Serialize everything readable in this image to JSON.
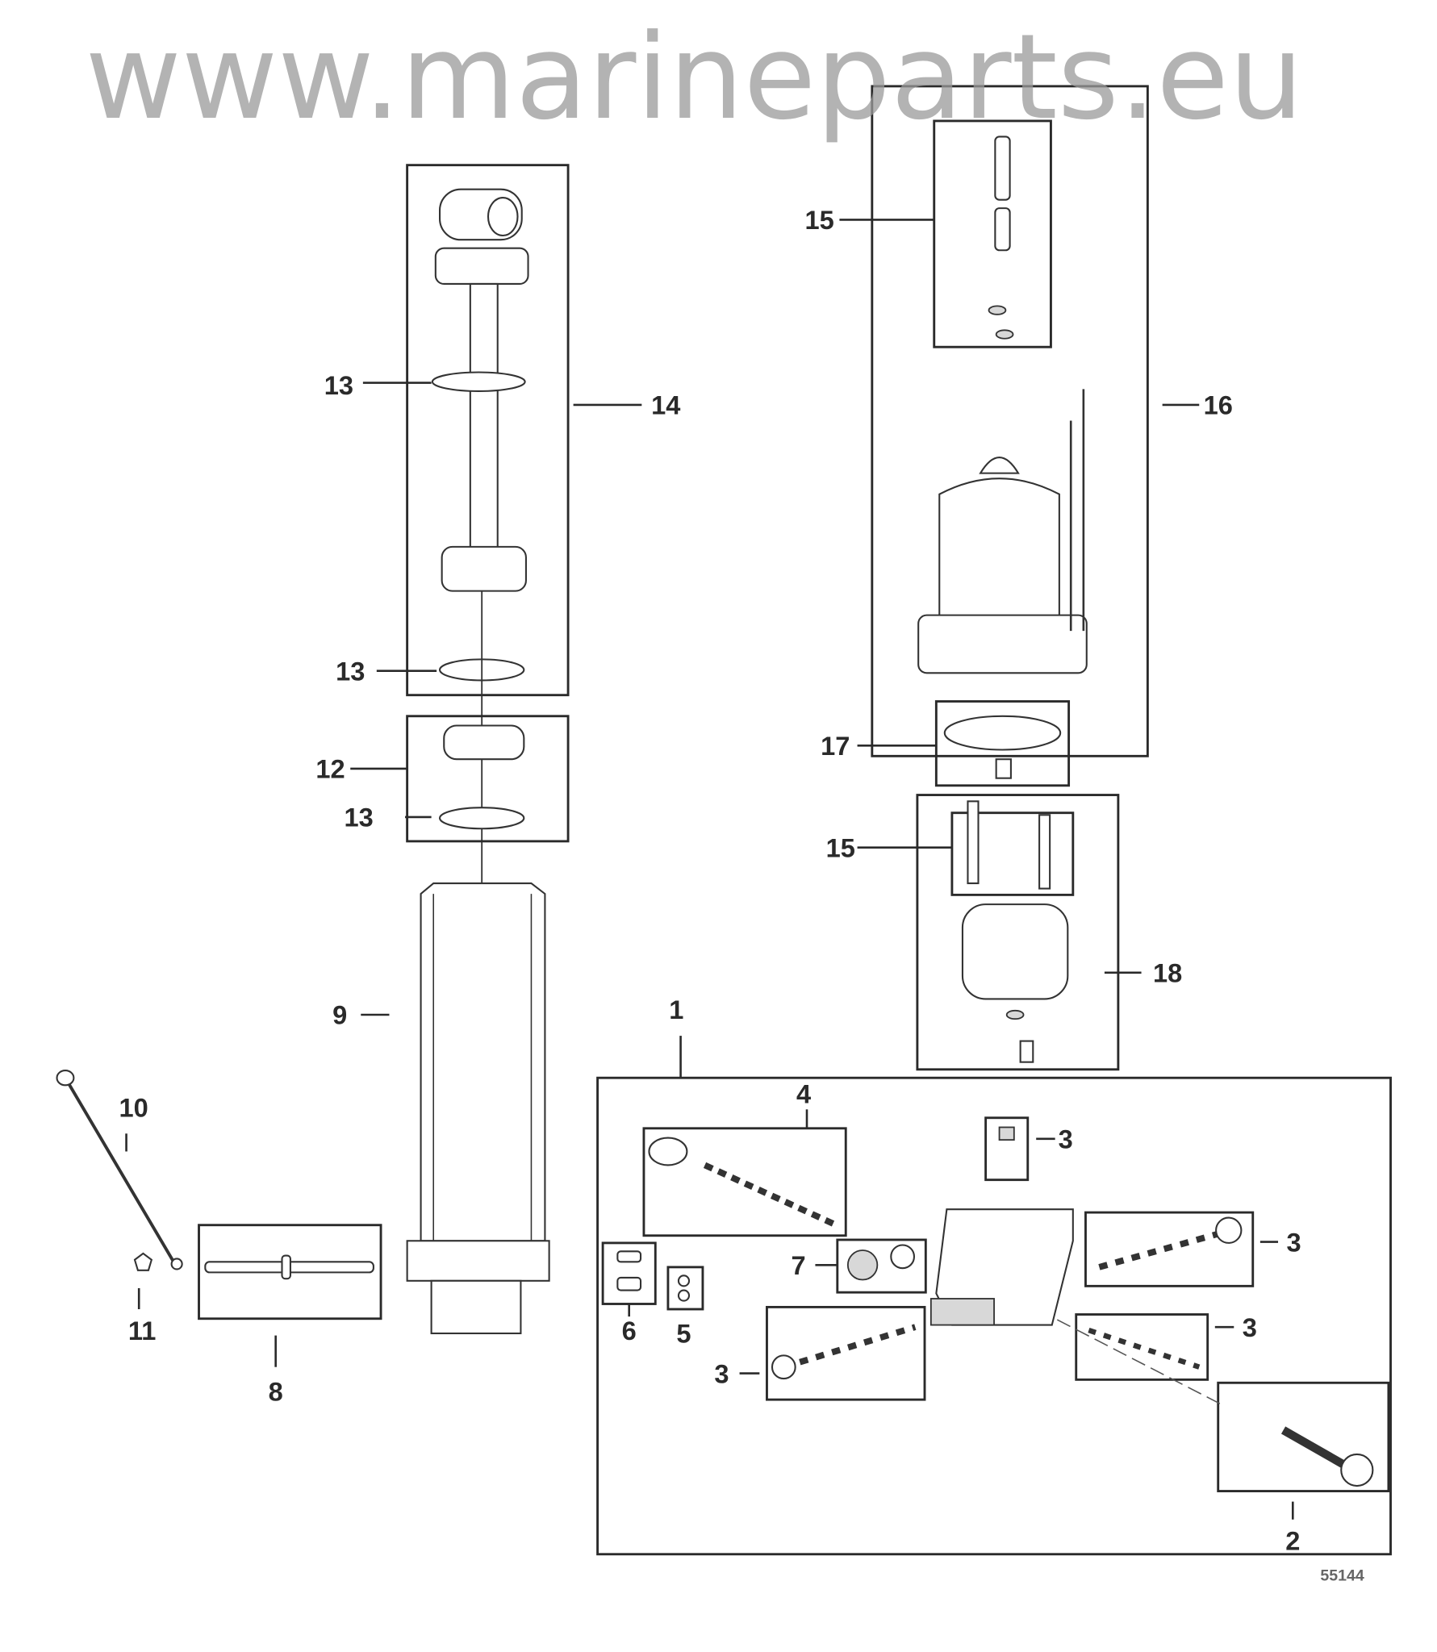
{
  "diagram": {
    "callouts": {
      "c13a": "13",
      "c14": "14",
      "c13b": "13",
      "c12": "12",
      "c13c": "13",
      "c9": "9",
      "c10": "10",
      "c11": "11",
      "c8": "8",
      "c15a": "15",
      "c16": "16",
      "c17": "17",
      "c15b": "15",
      "c18": "18",
      "c1": "1",
      "c4": "4",
      "c3a": "3",
      "c3b": "3",
      "c7": "7",
      "c6": "6",
      "c5": "5",
      "c3c": "3",
      "c3d": "3",
      "c2": "2"
    },
    "figure_number": "55144",
    "watermark": "www.marineparts.eu",
    "colors": {
      "line": "#2a2a2a",
      "watermark": "#9a9a9a"
    }
  }
}
